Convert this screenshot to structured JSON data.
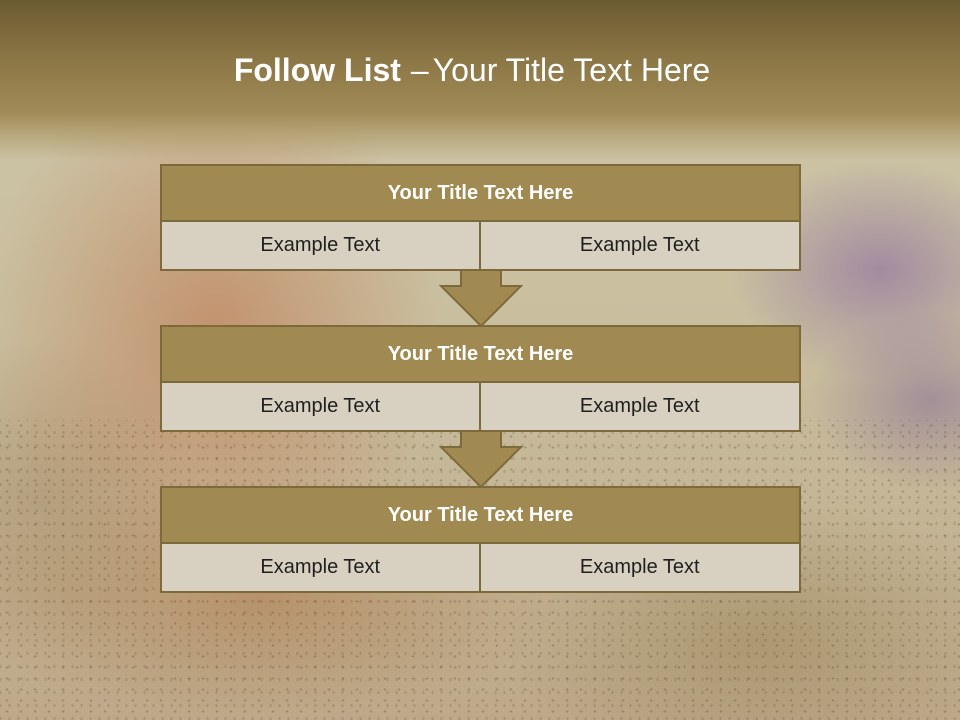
{
  "slide": {
    "title_bold": "Follow List",
    "title_sep": "–",
    "title_rest": "Your Title Text Here"
  },
  "blocks": [
    {
      "title": "Your Title Text Here",
      "cells": [
        "Example Text",
        "Example Text"
      ]
    },
    {
      "title": "Your Title Text Here",
      "cells": [
        "Example Text",
        "Example Text"
      ]
    },
    {
      "title": "Your Title Text Here",
      "cells": [
        "Example Text",
        "Example Text"
      ]
    }
  ],
  "colors": {
    "header_band": "#8a7544",
    "block_title_fill": "#a18952",
    "block_border": "#7d6a3c",
    "cell_fill": "#d8d1c2",
    "arrow_fill": "#a18952"
  },
  "icons": {
    "connector": "down-arrow-icon"
  }
}
